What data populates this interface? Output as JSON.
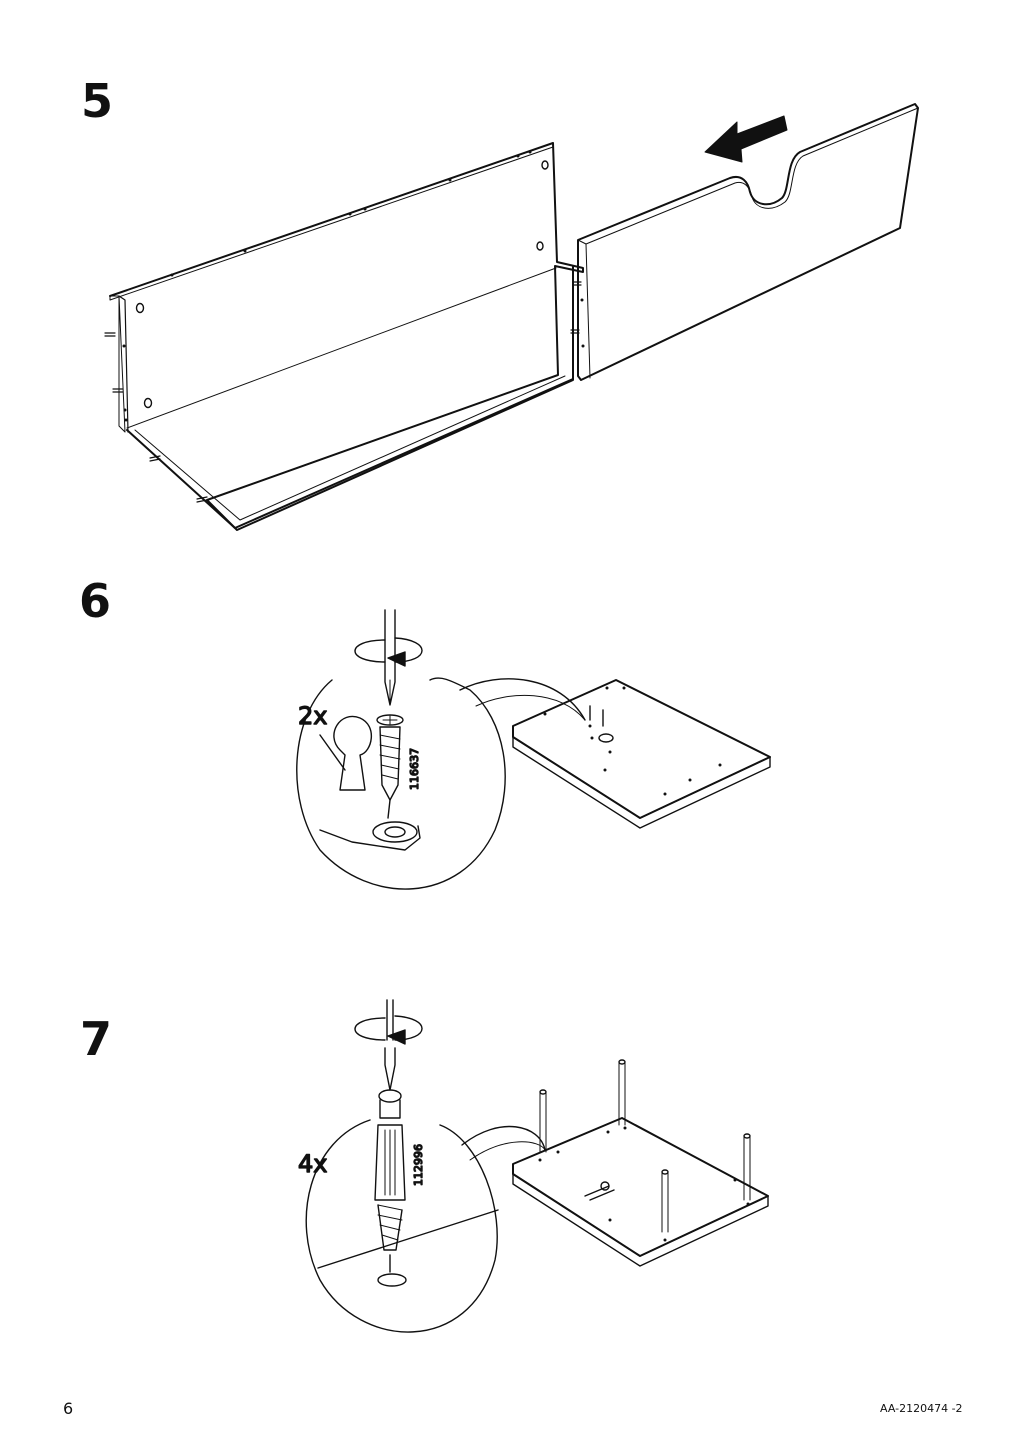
{
  "steps": [
    {
      "number": "5"
    },
    {
      "number": "6",
      "quantity": "2x",
      "part_number": "116637"
    },
    {
      "number": "7",
      "quantity": "4x",
      "part_number": "112996"
    }
  ],
  "footer": {
    "page_number": "6",
    "document_id": "AA-2120474 -2"
  }
}
